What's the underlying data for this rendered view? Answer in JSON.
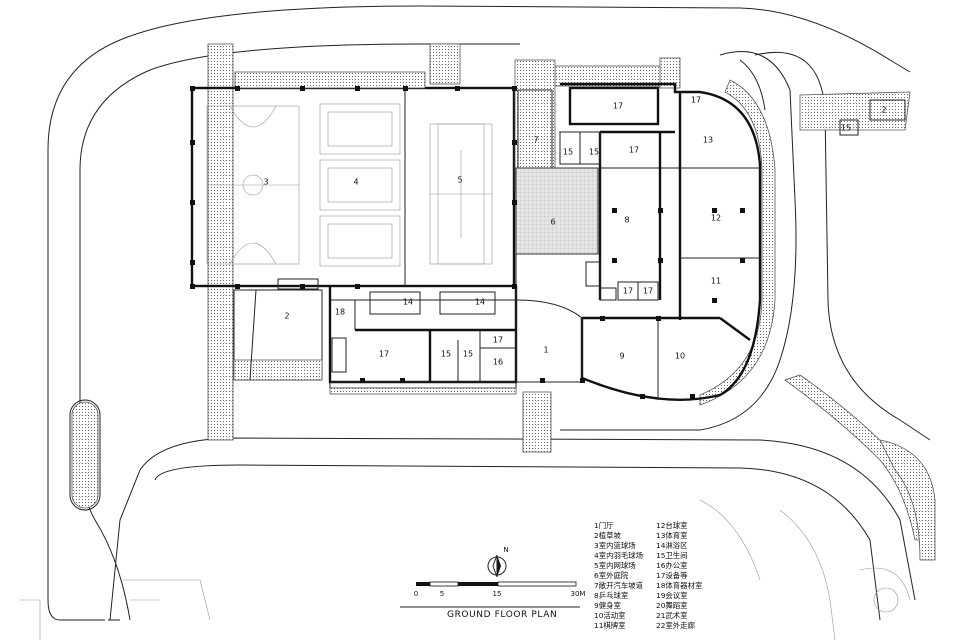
{
  "title": "GROUND FLOOR PLAN",
  "scale_bar": {
    "ticks": [
      "0",
      "5",
      "15",
      "30M"
    ]
  },
  "north_label": "N",
  "legend": {
    "left": [
      "1门厅",
      "2植草坡",
      "3室内篮球场",
      "4室内羽毛球场",
      "5室内网球场",
      "6室外庭院",
      "7敞开汽车坡道",
      "8乒乓球室",
      "9健身室",
      "10活动室",
      "11棋牌室"
    ],
    "right": [
      "12台球室",
      "13体育室",
      "14淋浴区",
      "15卫生间",
      "16办公室",
      "17设备等",
      "18体育器材室",
      "19会议室",
      "20舞蹈室",
      "21武术室",
      "22室外走廊"
    ]
  },
  "rooms": [
    {
      "id": "r3",
      "label": "3"
    },
    {
      "id": "r4",
      "label": "4"
    },
    {
      "id": "r5",
      "label": "5"
    },
    {
      "id": "r7",
      "label": "7"
    },
    {
      "id": "r6",
      "label": "6"
    },
    {
      "id": "r2a",
      "label": "2"
    },
    {
      "id": "r18",
      "label": "18"
    },
    {
      "id": "r14a",
      "label": "14"
    },
    {
      "id": "r14b",
      "label": "14"
    },
    {
      "id": "r17a",
      "label": "17"
    },
    {
      "id": "r15a",
      "label": "15"
    },
    {
      "id": "r15b",
      "label": "15"
    },
    {
      "id": "r17b",
      "label": "17"
    },
    {
      "id": "r16",
      "label": "16"
    },
    {
      "id": "r1",
      "label": "1"
    },
    {
      "id": "r9",
      "label": "9"
    },
    {
      "id": "r10",
      "label": "10"
    },
    {
      "id": "r17c",
      "label": "17"
    },
    {
      "id": "r17d",
      "label": "17"
    },
    {
      "id": "r8",
      "label": "8"
    },
    {
      "id": "r17e",
      "label": "17"
    },
    {
      "id": "r15c",
      "label": "15"
    },
    {
      "id": "r15d",
      "label": "15"
    },
    {
      "id": "r17f",
      "label": "17"
    },
    {
      "id": "r17g",
      "label": "17"
    },
    {
      "id": "r13",
      "label": "13"
    },
    {
      "id": "r12",
      "label": "12"
    },
    {
      "id": "r11",
      "label": "11"
    },
    {
      "id": "r2b",
      "label": "2"
    },
    {
      "id": "r15e",
      "label": "15"
    }
  ]
}
